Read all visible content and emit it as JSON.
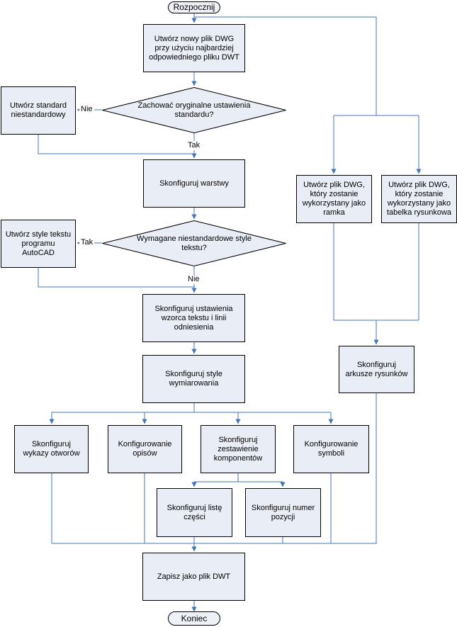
{
  "nodes": {
    "start": {
      "type": "terminator",
      "label": "Rozpocznij"
    },
    "create_dwg": {
      "type": "process",
      "label": "Utwórz nowy plik DWG przy użyciu najbardziej odpowiedniego pliku DWT"
    },
    "keep_standard_decision": {
      "type": "decision",
      "label": "Zachować oryginalne ustawienia standardu?"
    },
    "custom_standard": {
      "type": "process",
      "label": "Utwórz standard niestandardowy"
    },
    "configure_layers": {
      "type": "process",
      "label": "Skonfiguruj warstwy"
    },
    "text_styles_decision": {
      "type": "decision",
      "label": "Wymagane niestandardowe style tekstu?"
    },
    "create_text_styles": {
      "type": "process",
      "label": "Utwórz style tekstu programu AutoCAD"
    },
    "configure_leader": {
      "type": "process",
      "label": "Skonfiguruj ustawienia wzorca tekstu i linii odniesienia"
    },
    "configure_dim_styles": {
      "type": "process",
      "label": "Skonfiguruj style wymiarowania"
    },
    "configure_hole_charts": {
      "type": "process",
      "label": "Skonfiguruj wykazy otworów"
    },
    "configure_notes": {
      "type": "process",
      "label": "Konfigurowanie opisów"
    },
    "configure_component_list": {
      "type": "process",
      "label": "Skonfiguruj zestawienie komponentów"
    },
    "configure_symbols": {
      "type": "process",
      "label": "Konfigurowanie symboli"
    },
    "configure_parts_list": {
      "type": "process",
      "label": "Skonfiguruj listę części"
    },
    "configure_item_number": {
      "type": "process",
      "label": "Skonfiguruj numer pozycji"
    },
    "create_frame_dwg": {
      "type": "process",
      "label": "Utwórz plik DWG, który zostanie wykorzystany jako ramka"
    },
    "create_titleblock_dwg": {
      "type": "process",
      "label": "Utwórz plik DWG, który zostanie wykorzystany jako tabelka rysunkowa"
    },
    "configure_sheets": {
      "type": "process",
      "label": "Skonfiguruj arkusze rysunków"
    },
    "save_dwt": {
      "type": "process",
      "label": "Zapisz jako plik DWT"
    },
    "end": {
      "type": "terminator",
      "label": "Koniec"
    }
  },
  "edge_labels": {
    "standard_no": "Nie",
    "standard_yes": "Tak",
    "text_styles_yes": "Tak",
    "text_styles_no": "Nie"
  },
  "colors": {
    "node_fill": "#e9edf6",
    "node_border": "#000000",
    "connector": "#4575b8",
    "background": "#ffffff"
  }
}
